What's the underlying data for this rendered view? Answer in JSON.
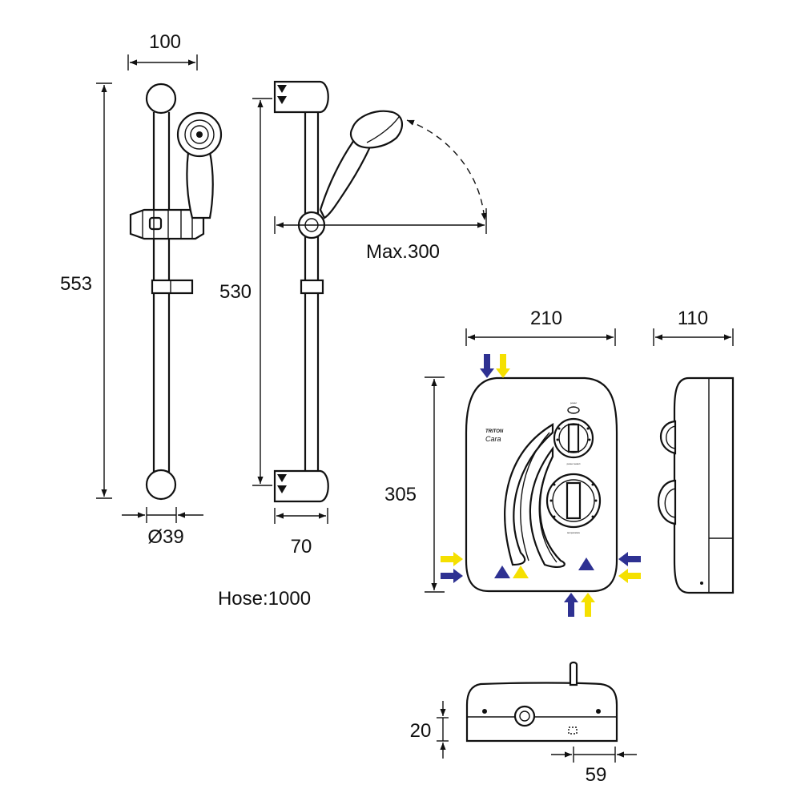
{
  "dimensions": {
    "riser_width": "100",
    "riser_height": "553",
    "rail_diameter": "Ø39",
    "rail_length": "530",
    "wall_projection": "70",
    "max_reach": "Max.300",
    "hose_length": "Hose:1000",
    "unit_width": "210",
    "unit_depth": "110",
    "unit_height": "305",
    "bottom_offset": "20",
    "bottom_distance": "59"
  },
  "unit_labels": {
    "brand": "TRITON",
    "model": "Cara",
    "power_label": "power",
    "temperature_label": "temperature"
  },
  "colors": {
    "cold_arrow": "#2e3192",
    "hot_arrow": "#f5e000",
    "line": "#111111"
  }
}
